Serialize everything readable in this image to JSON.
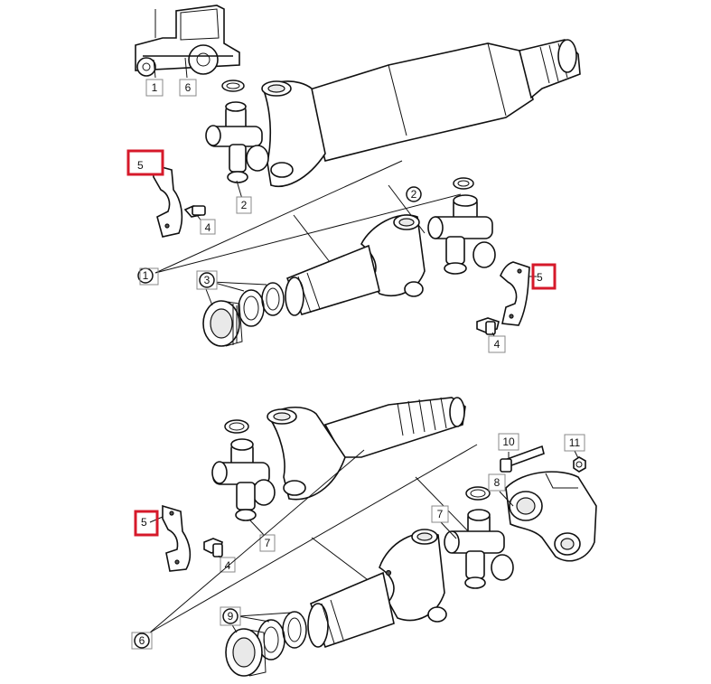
{
  "diagram": {
    "overview_labels": [
      "1",
      "6"
    ],
    "top_assembly": {
      "callouts": [
        "1",
        "2",
        "2",
        "3",
        "4",
        "4"
      ],
      "highlighted": [
        "5",
        "5"
      ]
    },
    "bottom_assembly": {
      "callouts": [
        "6",
        "7",
        "7",
        "8",
        "9",
        "10",
        "11",
        "4"
      ],
      "highlighted": [
        "5"
      ]
    },
    "highlight_color": "#d6192a"
  }
}
